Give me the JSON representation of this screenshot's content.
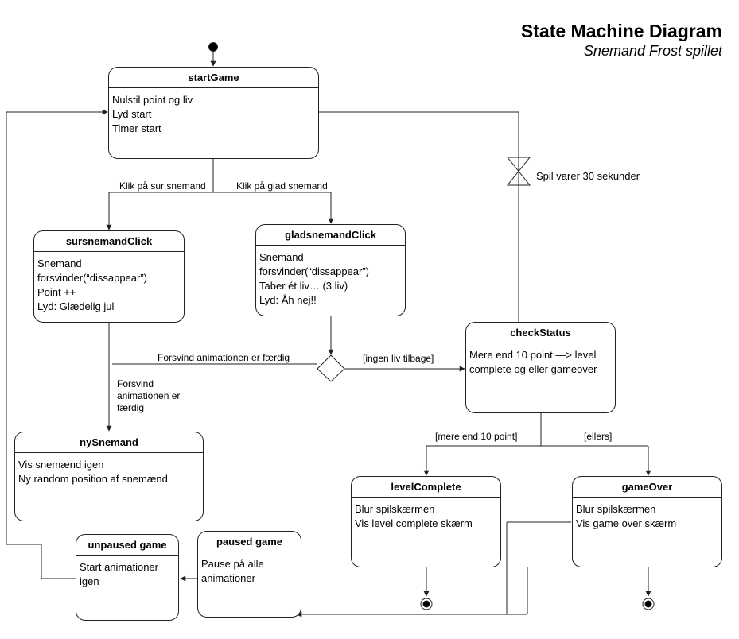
{
  "title": "State Machine Diagram",
  "subtitle": "Snemand Frost spillet",
  "states": {
    "startGame": {
      "name": "startGame",
      "lines": [
        "Nulstil point og liv",
        "Lyd start",
        "Timer start"
      ]
    },
    "sursnemandClick": {
      "name": "sursnemandClick",
      "lines": [
        "Snemand",
        "forsvinder(“dissappear”)",
        "Point ++",
        "Lyd: Glædelig jul"
      ]
    },
    "gladsnemandClick": {
      "name": "gladsnemandClick",
      "lines": [
        "Snemand",
        "forsvinder(“dissappear”)",
        "Taber ét  liv… (3 liv)",
        "Lyd: Åh nej!!"
      ]
    },
    "nySnemand": {
      "name": "nySnemand",
      "lines": [
        "Vis snemænd igen",
        "Ny random position af snemænd"
      ]
    },
    "checkStatus": {
      "name": "checkStatus",
      "lines": [
        "Mere end 10 point —> level",
        "complete og eller gameover"
      ]
    },
    "levelComplete": {
      "name": "levelComplete",
      "lines": [
        "Blur spilskærmen",
        "Vis level complete skærm"
      ]
    },
    "gameOver": {
      "name": "gameOver",
      "lines": [
        "Blur spilskærmen",
        "Vis game over skærm"
      ]
    },
    "unpausedGame": {
      "name": "unpaused game",
      "lines": [
        "Start animationer",
        "igen"
      ]
    },
    "pausedGame": {
      "name": "paused game",
      "lines": [
        "Pause på alle",
        "animationer"
      ]
    }
  },
  "labels": {
    "klikSur": "Klik på sur snemand",
    "klikGlad": "Klik på glad snemand",
    "timer": "Spil varer 30 sekunder",
    "forsvindMerge": "Forsvind  animationen er færdig",
    "ingenLiv": "[ingen liv tilbage]",
    "forsvindLines": [
      "Forsvind",
      "animationen er",
      "færdig"
    ],
    "mereEnd": "[mere end 10 point]",
    "ellers": "[ellers]"
  }
}
